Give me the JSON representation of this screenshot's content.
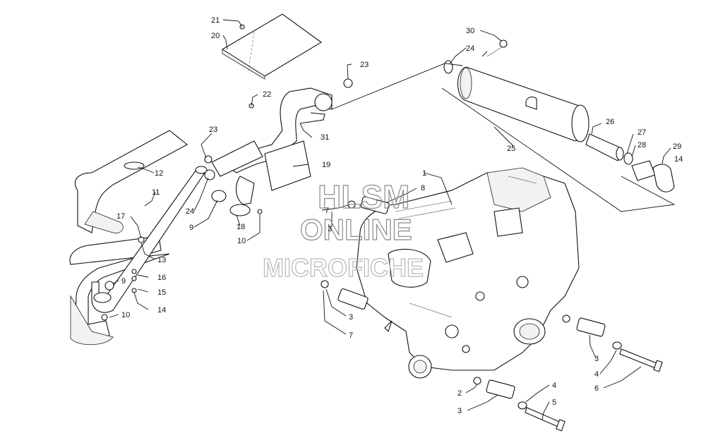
{
  "watermark": {
    "line1": "HLSM",
    "line2": "ONLINE",
    "line3": "MICROFICHE"
  },
  "callouts": {
    "c1": "1",
    "c2": "2",
    "c3a": "3",
    "c3b": "3",
    "c3c": "3",
    "c3d": "3",
    "c4a": "4",
    "c4b": "4",
    "c5": "5",
    "c6": "6",
    "c7a": "7",
    "c7b": "7",
    "c8": "8",
    "c9a": "9",
    "c9b": "9",
    "c10a": "10",
    "c10b": "10",
    "c11": "11",
    "c12": "12",
    "c13": "13",
    "c14a": "14",
    "c14b": "14",
    "c15": "15",
    "c16": "16",
    "c17": "17",
    "c18": "18",
    "c19": "19",
    "c20": "20",
    "c21": "21",
    "c22": "22",
    "c23a": "23",
    "c23b": "23",
    "c24a": "24",
    "c24b": "24",
    "c25": "25",
    "c26": "26",
    "c27": "27",
    "c28": "28",
    "c29": "29",
    "c30": "30",
    "c31": "31"
  }
}
